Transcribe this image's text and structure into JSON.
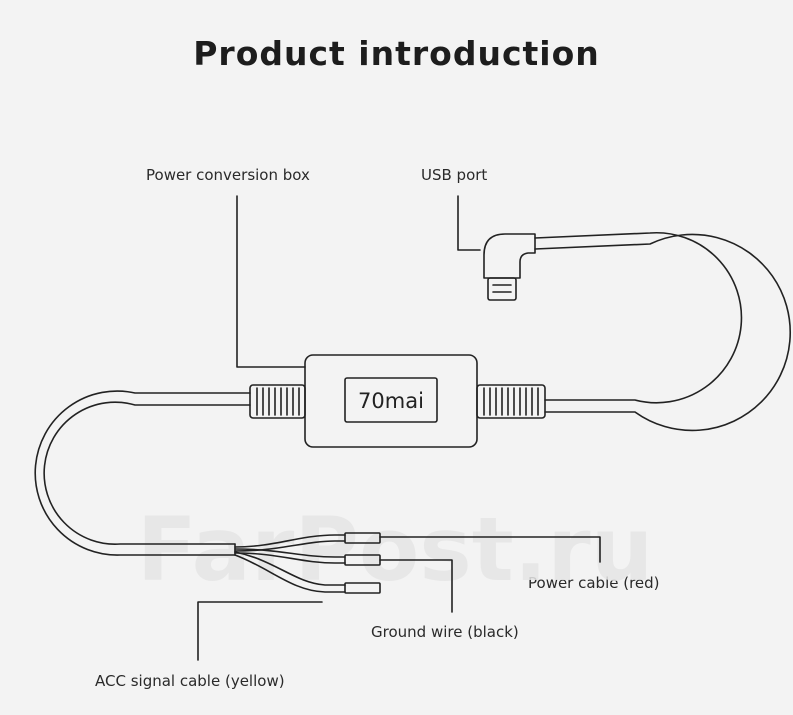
{
  "title": "Product introduction",
  "labels": {
    "power_conversion_box": "Power conversion box",
    "usb_port": "USB port",
    "power_cable": "Power cable (red)",
    "ground_wire": "Ground wire (black)",
    "acc_signal_cable": "ACC signal cable (yellow)"
  },
  "device": {
    "brand": "70mai"
  },
  "watermark": {
    "text": "FarPost.ru"
  },
  "colors": {
    "background": "#f3f3f3",
    "line": "#222222",
    "text": "#2a2a2a"
  }
}
